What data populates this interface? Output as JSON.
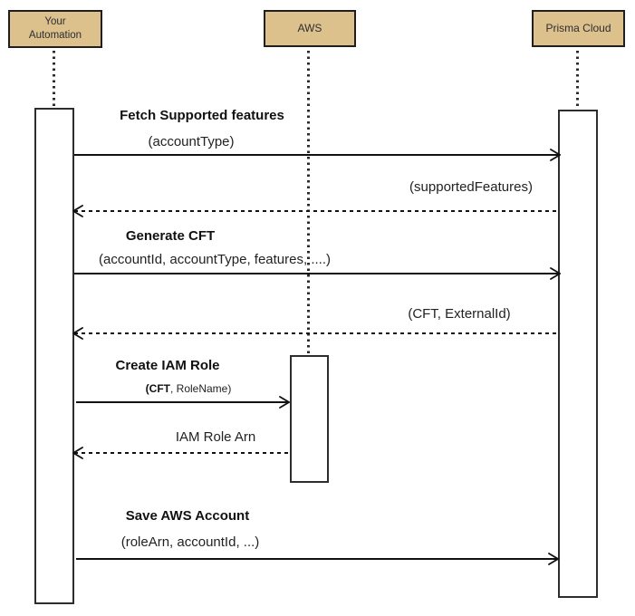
{
  "diagram_type": "sequence-diagram",
  "colors": {
    "actor_fill": "#dcc18c",
    "actor_border": "#1f1f1f",
    "line": "#111111",
    "background": "#ffffff"
  },
  "actors": [
    {
      "id": "your-automation",
      "label": "Your\nAutomation"
    },
    {
      "id": "aws",
      "label": "AWS"
    },
    {
      "id": "prisma-cloud",
      "label": "Prisma Cloud"
    }
  ],
  "messages": [
    {
      "title": "Fetch Supported features",
      "params": "(accountType)",
      "from": "your-automation",
      "to": "prisma-cloud",
      "style": "solid"
    },
    {
      "label": "(supportedFeatures)",
      "from": "prisma-cloud",
      "to": "your-automation",
      "style": "dashed"
    },
    {
      "title": "Generate CFT",
      "params": "(accountId, accountType, features, ....)",
      "from": "your-automation",
      "to": "prisma-cloud",
      "style": "solid"
    },
    {
      "label": "(CFT, ExternalId)",
      "from": "prisma-cloud",
      "to": "your-automation",
      "style": "dashed"
    },
    {
      "title": "Create IAM Role",
      "params_bold": "(CFT",
      "params_rest": ", RoleName)",
      "from": "your-automation",
      "to": "aws",
      "style": "solid"
    },
    {
      "label": "IAM Role Arn",
      "from": "aws",
      "to": "your-automation",
      "style": "dashed"
    },
    {
      "title": "Save AWS Account",
      "params": "(roleArn, accountId, ...)",
      "from": "your-automation",
      "to": "prisma-cloud",
      "style": "solid"
    }
  ]
}
